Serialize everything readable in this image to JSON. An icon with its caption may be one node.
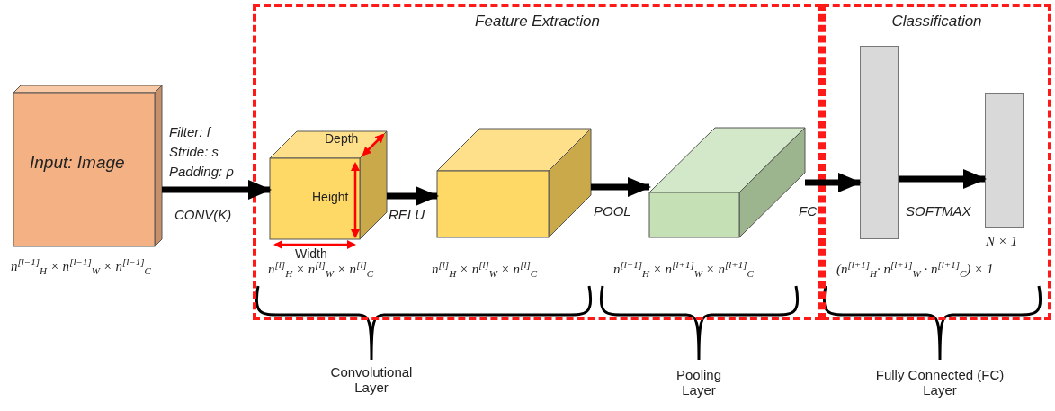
{
  "diagram": {
    "nodes": [
      {
        "text": [
          "Feature Extraction"
        ]
      },
      {
        "text": [
          "Classification"
        ]
      },
      {
        "text": [
          "Input: Image"
        ],
        "beside": [
          "n$^{[l−1]}$$_{H}$ × n$^{[l−1]}$$_{W}$ × n$^{[l−1]}$$_{C}$"
        ]
      },
      {
        "text": [],
        "shape": "box",
        "in": 0,
        "beside": [
          "n$^{[l]}$$_{H}$ × n$^{[l]}$$_{W}$ × n$^{[l]}$$_{C}$"
        ]
      },
      {
        "text": [],
        "shape": "box",
        "in": 0,
        "beside": [
          "n$^{[l]}$$_{H}$ × n$^{[l]}$$_{W}$ × n$^{[l]}$$_{C}$"
        ]
      },
      {
        "text": [],
        "shape": "box",
        "in": 0,
        "beside": [
          "n$^{[l+1]}$$_{H}$ × n$^{[l+1]}$$_{W}$ × n$^{[l+1]}$$_{C}$"
        ]
      },
      {
        "text": [],
        "shape": "bar",
        "in": 1,
        "beside": [
          "(n$^{[l+1]}$$_{H}$· n$^{[l+1]}$$_{W}$ · n$^{[l+1]}$$_{C}$) × 1"
        ]
      },
      {
        "text": [],
        "shape": "bar",
        "in": 1,
        "beside": [
          "N × 1"
        ]
      }
    ],
    "edges": [
      {
        "from": 2,
        "to": 3,
        "arrow": "to",
        "label": "CONV(K)"
      },
      {
        "from": 3,
        "to": 4,
        "arrow": "to",
        "label": "RELU"
      },
      {
        "from": 4,
        "to": 5,
        "arrow": "to",
        "label": "POOL"
      },
      {
        "from": 5,
        "to": 6,
        "arrow": "to",
        "label": "FC"
      },
      {
        "from": 6,
        "to": 7,
        "arrow": "to",
        "label": "SOFTMAX"
      }
    ],
    "labels": [
      "Filter: f",
      "Stride: s",
      "Padding: p",
      "Depth",
      "Height",
      "Width",
      "Convolutional Layer",
      "Pooling Layer",
      "Fully Connected (FC) Layer"
    ]
  }
}
